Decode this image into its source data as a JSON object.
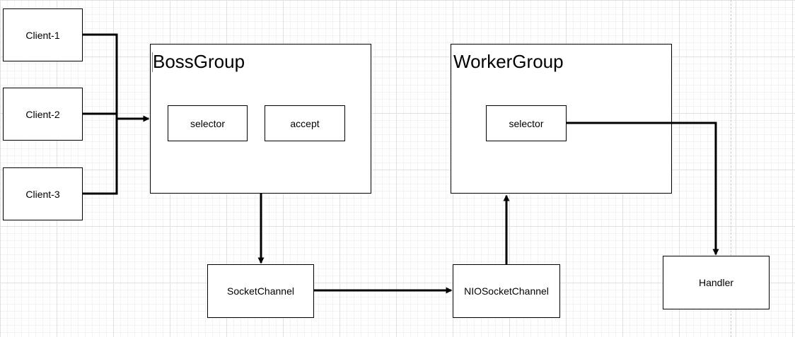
{
  "diagram": {
    "clients": [
      "Client-1",
      "Client-2",
      "Client-3"
    ],
    "boss_group": {
      "title": "BossGroup",
      "selector_label": "selector",
      "accept_label": "accept"
    },
    "worker_group": {
      "title": "WorkerGroup",
      "selector_label": "selector"
    },
    "socket_channel_label": "SocketChannel",
    "nio_socket_channel_label": "NIOSocketChannel",
    "handler_label": "Handler",
    "colors": {
      "stroke": "#000000",
      "node_fill": "#ffffff",
      "grid": "#e1e1e1",
      "guide": "#c8c8c8"
    }
  }
}
